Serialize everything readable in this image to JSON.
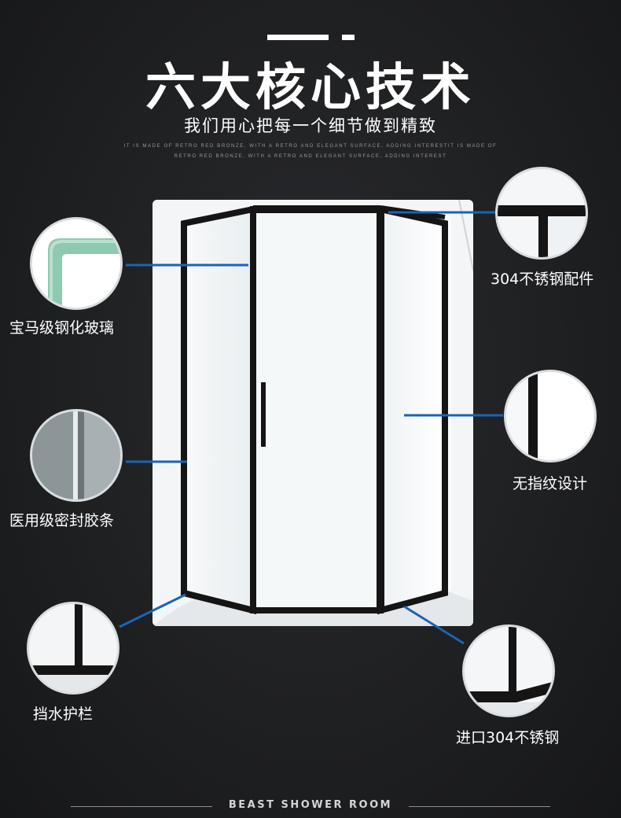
{
  "header": {
    "title": "六大核心技术",
    "subtitle": "我们用心把每一个细节做到精致",
    "english_line_1": "IT IS MADE OF RETRO RED BRONZE, WITH A RETRO AND ELEGANT SURFACE, ADDING INTERESTIT IS MADE OF",
    "english_line_2": "RETRO RED BRONZE, WITH A RETRO AND ELEGANT SURFACE, ADDING INTEREST"
  },
  "features": {
    "left": [
      {
        "label": "宝马级钢化玻璃",
        "icon": "tempered-glass-closeup"
      },
      {
        "label": "医用级密封胶条",
        "icon": "seal-strip-closeup"
      },
      {
        "label": "挡水护栏",
        "icon": "water-guard-closeup"
      }
    ],
    "right": [
      {
        "label": "304不锈钢配件",
        "icon": "steel-fitting-closeup"
      },
      {
        "label": "无指纹设计",
        "icon": "fingerprint-free-closeup"
      },
      {
        "label": "进口304不锈钢",
        "icon": "imported-steel-closeup"
      }
    ]
  },
  "colors": {
    "accent_line": "#1a63b8",
    "frame": "#151515",
    "background": "#1e1f21"
  },
  "footer": {
    "brand": "BEAST SHOWER ROOM"
  }
}
